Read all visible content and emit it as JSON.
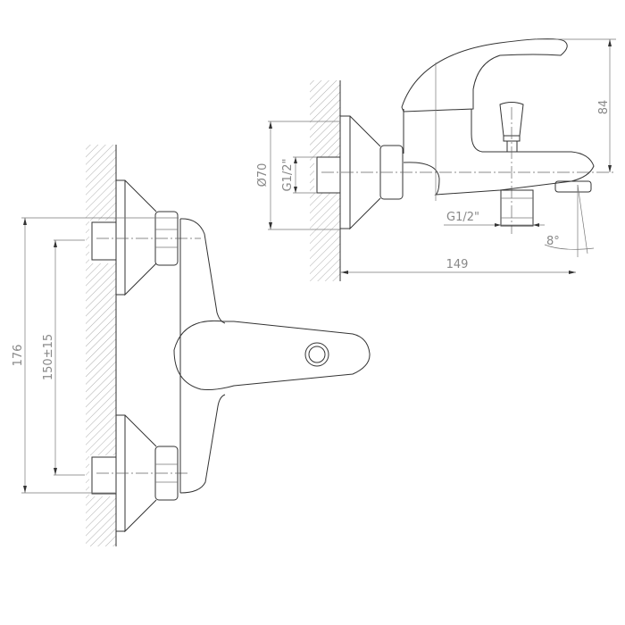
{
  "title": "Bath mixer technical drawing",
  "dimensions": {
    "overall_height": "176",
    "inlet_spacing": "150±15",
    "flange_diameter": "Ø70",
    "inlet_thread": "G1/2\"",
    "outlet_thread": "G1/2\"",
    "height": "84",
    "spout_angle": "8°",
    "projection": "149"
  }
}
